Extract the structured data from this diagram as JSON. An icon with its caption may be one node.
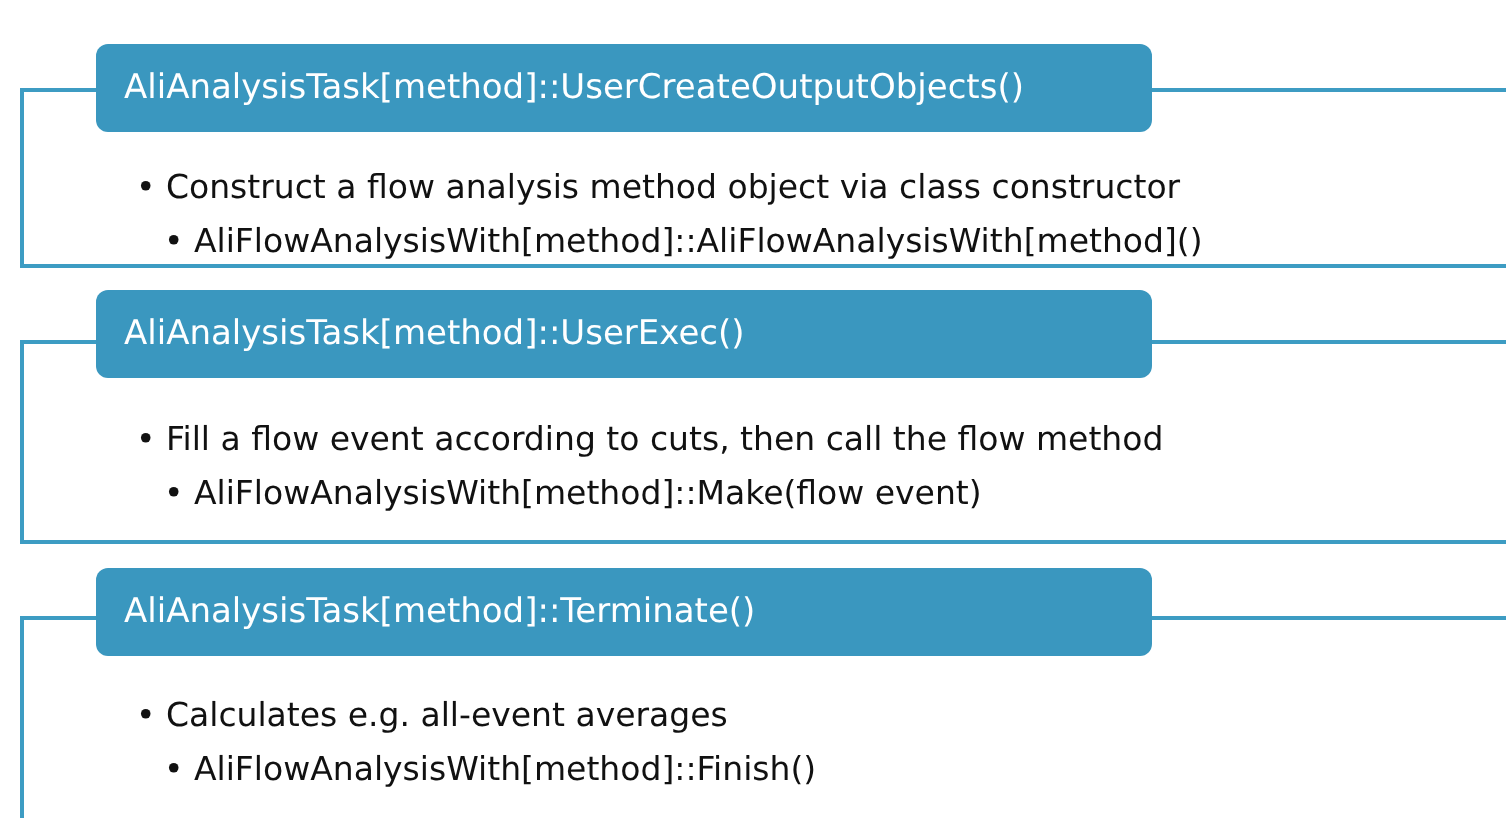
{
  "diagram": {
    "nodes": [
      {
        "text": [
          "AliAnalysisTask[method]::UserCreateOutputObjects()",
          "• Construct a flow analysis method object via class constructor",
          "• AliFlowAnalysisWith[method]::AliFlowAnalysisWith[method]()"
        ]
      },
      {
        "text": [
          "AliAnalysisTask[method]::UserExec()",
          "• Fill a flow event according to cuts, then call the flow method",
          "• AliFlowAnalysisWith[method]::Make(flow event)"
        ]
      },
      {
        "text": [
          "AliAnalysisTask[method]::Terminate()",
          "• Calculates e.g. all-event averages",
          "• AliFlowAnalysisWith[method]::Finish()"
        ]
      }
    ]
  }
}
